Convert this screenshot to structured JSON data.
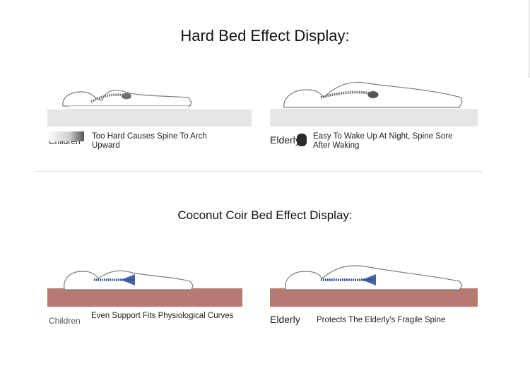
{
  "sections": [
    {
      "title": "Hard Bed Effect Display:",
      "panels": [
        {
          "who": "Children",
          "caption": "Too Hard Causes Spine To Arch Upward"
        },
        {
          "who": "Elderly",
          "caption": "Easy To Wake Up At Night, Spine Sore After Waking"
        }
      ],
      "mattress_color": "#e6e6e6",
      "spine_color": "#6f6f6f"
    },
    {
      "title": "Coconut Coir Bed Effect Display:",
      "panels": [
        {
          "who": "Children",
          "caption": "Even Support Fits Physiological Curves"
        },
        {
          "who": "Elderly",
          "caption": "Protects The Elderly's Fragile Spine"
        }
      ],
      "mattress_color": "#b77a73",
      "spine_color": "#2a4a9a"
    }
  ]
}
